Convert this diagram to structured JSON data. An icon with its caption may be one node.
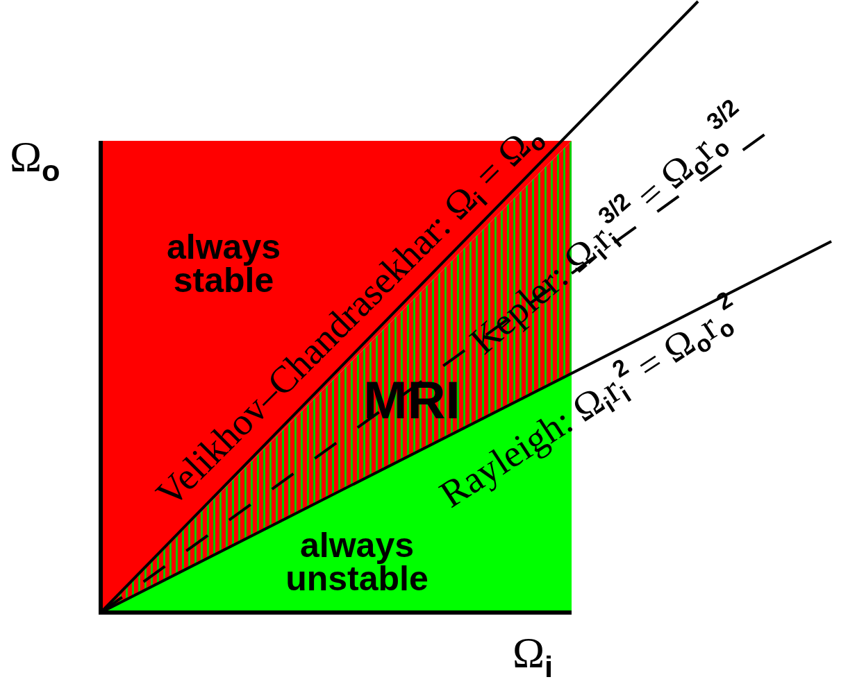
{
  "diagram": {
    "nodes": [
      {
        "text": [
          "always stable"
        ]
      },
      {
        "text": [
          "MRI"
        ]
      },
      {
        "text": [
          "always unstable"
        ]
      }
    ],
    "labels": [
      "Ω$_{o}$",
      "Ω$_{i}$",
      "Velikhov–Chandrasekhar: Ω$_{i}$ = Ω$_{o}$",
      "Kepler: Ω$_{i}$r$_{i}$$^{3/2}$ = Ω$_{o}$r$_{o}$$^{3/2}$",
      "Rayleigh: Ω$_{i}$r$_{i}$$^{2}$ = Ω$_{o}$r$_{o}$$^{2}$"
    ]
  }
}
